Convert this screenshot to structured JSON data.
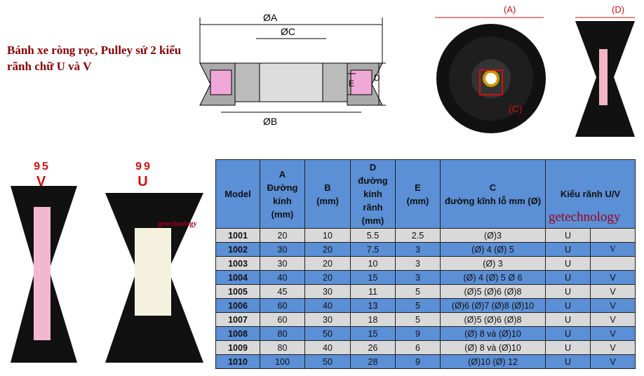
{
  "title": "Bánh xe ròng rọc, Pulley sứ 2 kiểu rãnh chữ U và V",
  "diagram": {
    "label_a": "ØA",
    "label_c": "ØC",
    "label_b": "ØB",
    "label_d": "D",
    "label_e": "E"
  },
  "photo_labels": {
    "a": "(A)",
    "d": "(D)",
    "c": "(C)"
  },
  "pulley_v": {
    "number": "95",
    "letter": "V"
  },
  "pulley_u": {
    "number": "99",
    "letter": "U"
  },
  "watermark": "getechnology",
  "colors": {
    "header_bg": "#5b8fd6",
    "row_gray": "#d9d9d9",
    "title": "#8b0000"
  },
  "table": {
    "headers": [
      "Model",
      "A Đường kính (mm)",
      "B (mm)",
      "D đường kính rãnh (mm)",
      "E (mm)",
      "C đường kĩnh lỗ mm (Ø)",
      "Kiểu rãnh U/V"
    ],
    "header_lines": {
      "a": [
        "A",
        "Đường",
        "kính",
        "(mm)"
      ],
      "b": [
        "B",
        "(mm)"
      ],
      "d": [
        "D",
        "đường",
        "kính",
        "rãnh",
        "(mm)"
      ],
      "e": [
        "E",
        "(mm)"
      ],
      "c": [
        "C",
        "đường kĩnh lỗ mm (Ø)"
      ]
    },
    "rows": [
      [
        "1001",
        "20",
        "10",
        "5.5",
        "2.5",
        "(Ø)3",
        "U",
        ""
      ],
      [
        "1002",
        "30",
        "20",
        "7.5",
        "3",
        "(Ø) 4  (Ø) 5",
        "U",
        "V"
      ],
      [
        "1003",
        "30",
        "20",
        "10",
        "3",
        "(Ø) 3",
        "U",
        ""
      ],
      [
        "1004",
        "40",
        "20",
        "15",
        "3",
        "(Ø) 4  (Ø) 5 Ø 6",
        "U",
        "V"
      ],
      [
        "1005",
        "45",
        "30",
        "11",
        "5",
        "(Ø)5 (Ø)6 (Ø)8",
        "U",
        "V"
      ],
      [
        "1006",
        "60",
        "40",
        "13",
        "5",
        "(Ø)6 (Ø)7 (Ø)8 (Ø)10",
        "U",
        "V"
      ],
      [
        "1007",
        "60",
        "30",
        "18",
        "5",
        "(Ø)5 (Ø)6 (Ø)8",
        "U",
        "V"
      ],
      [
        "1008",
        "80",
        "50",
        "15",
        "9",
        "(Ø) 8 và (Ø)10",
        "U",
        "V"
      ],
      [
        "1009",
        "80",
        "40",
        "26",
        "6",
        "(Ø) 8 và (Ø)10",
        "U",
        "V"
      ],
      [
        "1010",
        "100",
        "50",
        "28",
        "9",
        "(Ø)10  (Ø) 12",
        "U",
        "V"
      ]
    ]
  }
}
